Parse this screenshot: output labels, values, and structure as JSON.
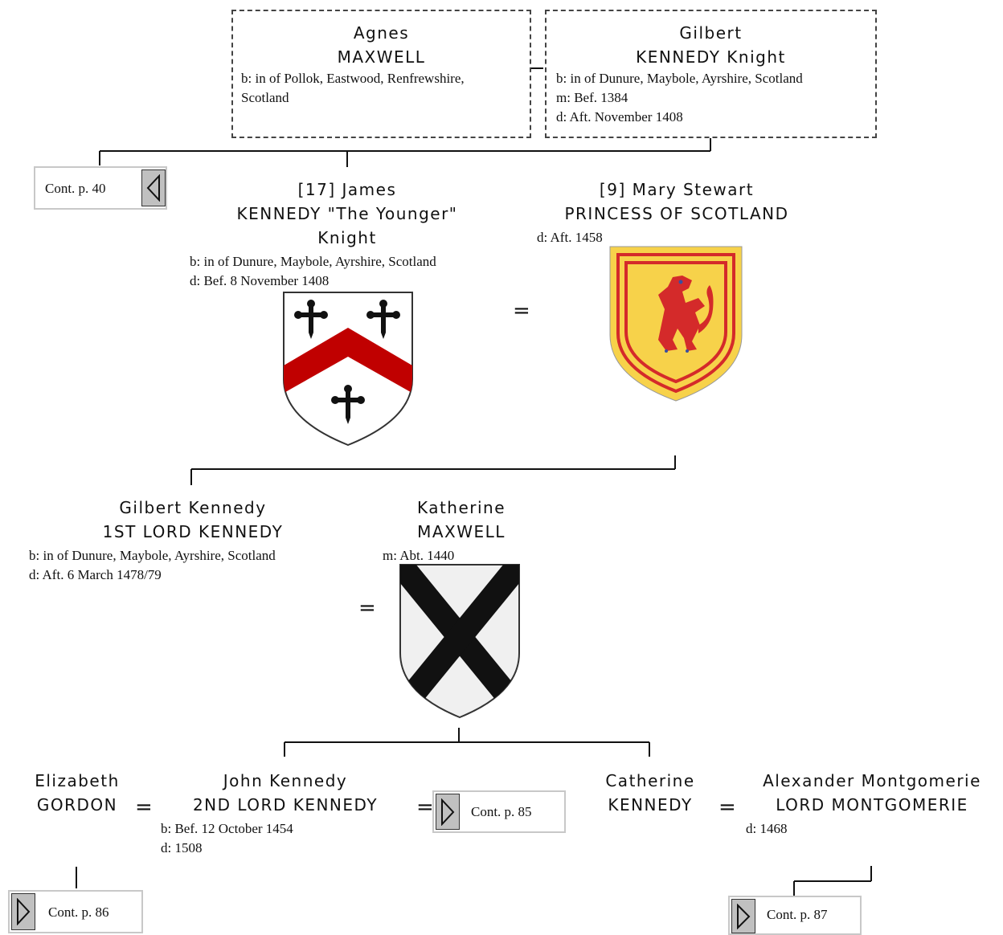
{
  "colors": {
    "line": "#111111",
    "dash": "#444444",
    "button": "#c0c0c0",
    "chevron_red": "#c00000",
    "lion_red": "#d42a2a",
    "scotland_gold": "#f7d24a"
  },
  "people": {
    "agnes": {
      "name1": "Agnes",
      "name2": "MAXWELL",
      "b": "b: in of Pollok, Eastwood, Renfrewshire,",
      "b2": "Scotland"
    },
    "gilbert_sr": {
      "name1": "Gilbert",
      "name2": "KENNEDY Knight",
      "b": "b: in of Dunure, Maybole, Ayrshire, Scotland",
      "m": "m: Bef. 1384",
      "d": "d: Aft. November 1408"
    },
    "james": {
      "name1": "[17] James",
      "name2": "KENNEDY \"The Younger\"",
      "name3": "Knight",
      "b": "b: in of Dunure, Maybole, Ayrshire, Scotland",
      "d": "d: Bef. 8 November 1408"
    },
    "mary": {
      "name1": "[9] Mary Stewart",
      "name2": "PRINCESS OF SCOTLAND",
      "d": "d: Aft. 1458"
    },
    "gilbert_lord": {
      "name1": "Gilbert Kennedy",
      "name2": "1ST LORD KENNEDY",
      "b": "b: in of Dunure, Maybole, Ayrshire, Scotland",
      "d": "d: Aft. 6 March 1478/79"
    },
    "katherine": {
      "name1": "Katherine",
      "name2": "MAXWELL",
      "m": "m: Abt. 1440"
    },
    "elizabeth": {
      "name1": "Elizabeth",
      "name2": "GORDON"
    },
    "john": {
      "name1": "John Kennedy",
      "name2": "2ND LORD KENNEDY",
      "b": "b: Bef. 12 October 1454",
      "d": "d: 1508"
    },
    "catherine": {
      "name1": "Catherine",
      "name2": "KENNEDY"
    },
    "alexander": {
      "name1": "Alexander Montgomerie",
      "name2": "LORD MONTGOMERIE",
      "d": "d: 1468"
    }
  },
  "continuations": {
    "p40": "Cont. p. 40",
    "p85": "Cont. p. 85",
    "p86": "Cont. p. 86",
    "p87": "Cont. p. 87"
  },
  "symbols": {
    "marriage": "="
  },
  "icons": {
    "back": "triangle-left-icon",
    "forward": "triangle-right-icon",
    "kennedy_arms": "kennedy-coat-of-arms",
    "scotland_arms": "royal-arms-of-scotland",
    "maxwell_arms": "maxwell-saltire-arms"
  }
}
